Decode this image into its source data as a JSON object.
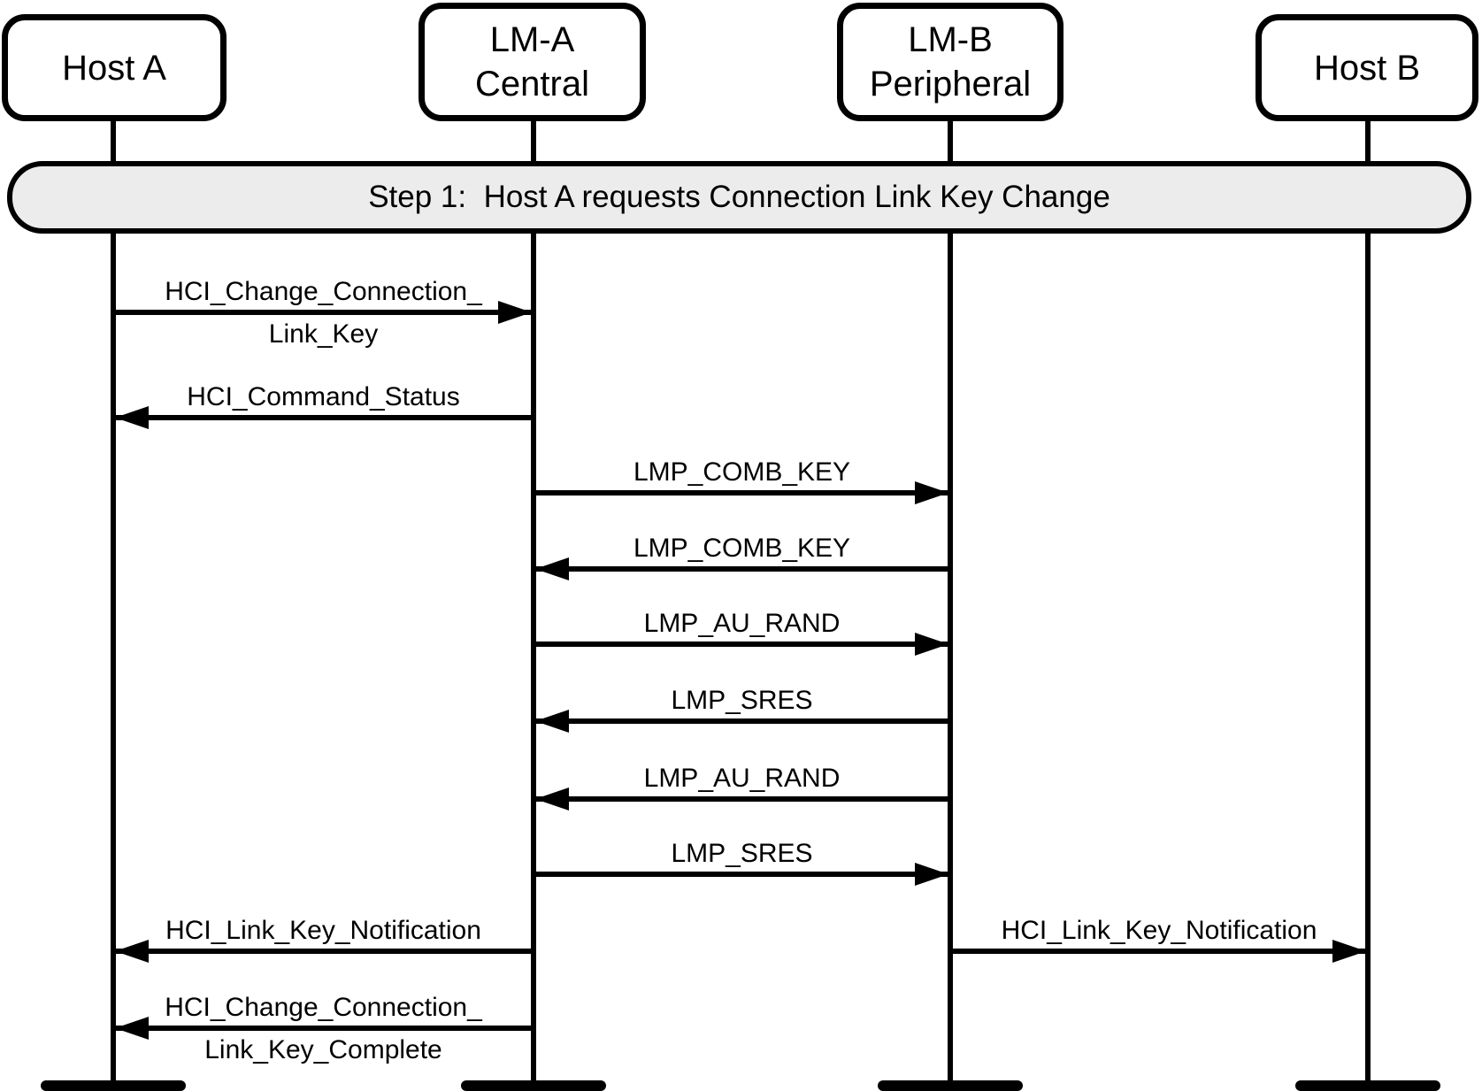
{
  "diagram": {
    "kind": "sequence-diagram",
    "colors": {
      "line": "#000000",
      "background": "#ffffff",
      "banner_fill": "#ececec"
    },
    "banner": {
      "text": "Step 1:  Host A requests Connection Link Key Change"
    },
    "actors": [
      {
        "id": "host-a",
        "line1": "Host A",
        "line2": ""
      },
      {
        "id": "lm-a",
        "line1": "LM-A",
        "line2": "Central"
      },
      {
        "id": "lm-b",
        "line1": "LM-B",
        "line2": "Peripheral"
      },
      {
        "id": "host-b",
        "line1": "Host B",
        "line2": ""
      }
    ],
    "messages": [
      {
        "from": "host-a",
        "to": "lm-a",
        "label_lines": [
          "HCI_Change_Connection_",
          "Link_Key"
        ]
      },
      {
        "from": "lm-a",
        "to": "host-a",
        "label_lines": [
          "HCI_Command_Status"
        ]
      },
      {
        "from": "lm-a",
        "to": "lm-b",
        "label_lines": [
          "LMP_COMB_KEY"
        ]
      },
      {
        "from": "lm-b",
        "to": "lm-a",
        "label_lines": [
          "LMP_COMB_KEY"
        ]
      },
      {
        "from": "lm-a",
        "to": "lm-b",
        "label_lines": [
          "LMP_AU_RAND"
        ]
      },
      {
        "from": "lm-b",
        "to": "lm-a",
        "label_lines": [
          "LMP_SRES"
        ]
      },
      {
        "from": "lm-b",
        "to": "lm-a",
        "label_lines": [
          "LMP_AU_RAND"
        ]
      },
      {
        "from": "lm-a",
        "to": "lm-b",
        "label_lines": [
          "LMP_SRES"
        ]
      },
      {
        "from": "lm-a",
        "to": "host-a",
        "label_lines": [
          "HCI_Link_Key_Notification"
        ]
      },
      {
        "from": "lm-b",
        "to": "host-b",
        "label_lines": [
          "HCI_Link_Key_Notification"
        ]
      },
      {
        "from": "lm-a",
        "to": "host-a",
        "label_lines": [
          "HCI_Change_Connection_",
          "Link_Key_Complete"
        ]
      }
    ]
  }
}
